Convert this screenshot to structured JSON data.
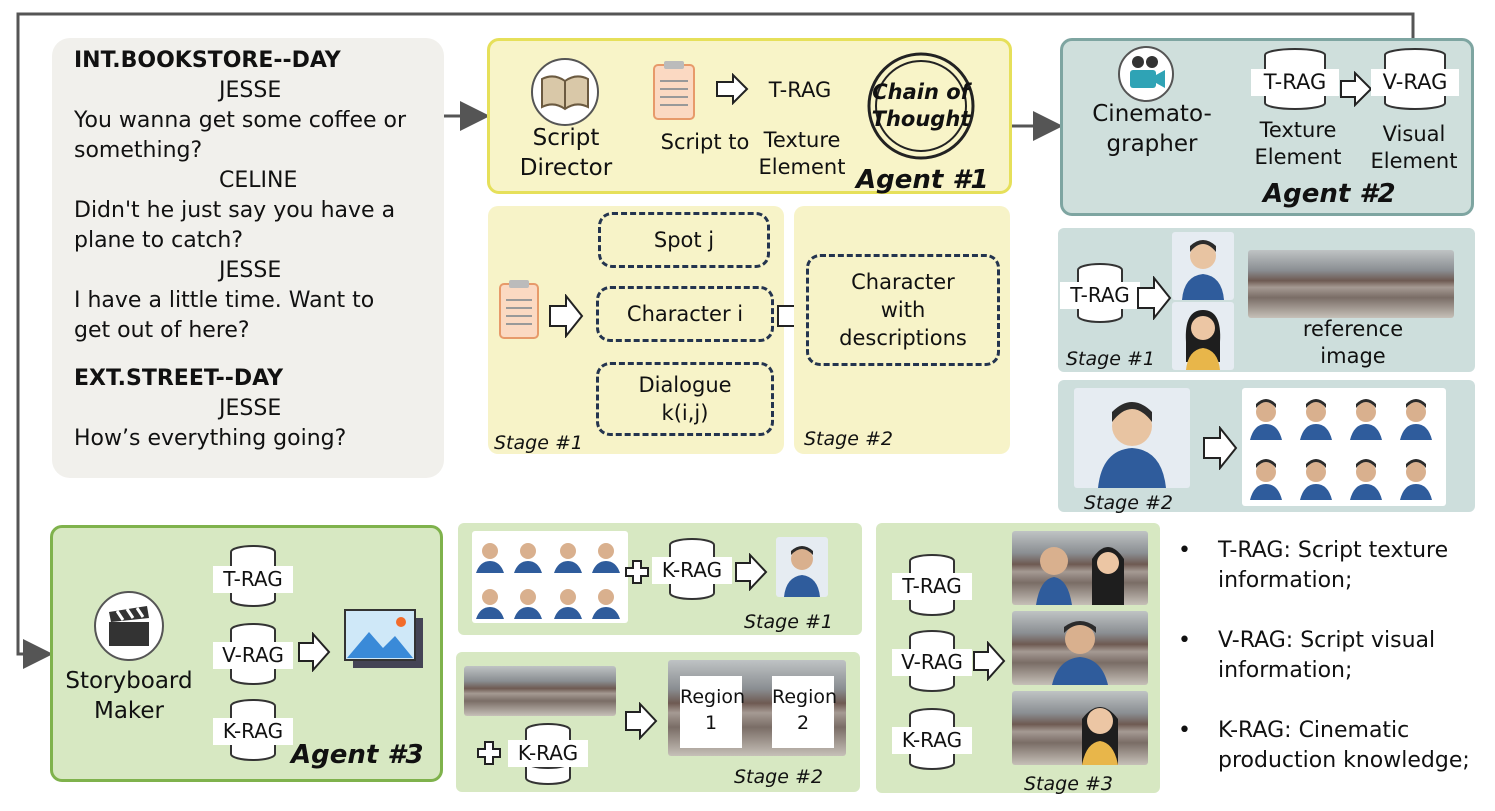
{
  "script": {
    "lines": [
      {
        "text": "INT.BOOKSTORE--DAY",
        "kind": "scene"
      },
      {
        "text": "JESSE",
        "kind": "character"
      },
      {
        "text": "You wanna get some coffee or",
        "kind": "dialogue"
      },
      {
        "text": "something?",
        "kind": "dialogue"
      },
      {
        "text": "CELINE",
        "kind": "character"
      },
      {
        "text": "Didn't he just say you have a",
        "kind": "dialogue"
      },
      {
        "text": "plane to catch?",
        "kind": "dialogue"
      },
      {
        "text": "JESSE",
        "kind": "character"
      },
      {
        "text": "I have a little time. Want to",
        "kind": "dialogue"
      },
      {
        "text": "get out of here?",
        "kind": "dialogue"
      },
      {
        "text": "EXT.STREET--DAY",
        "kind": "scene"
      },
      {
        "text": "JESSE",
        "kind": "character"
      },
      {
        "text": "How’s everything going?",
        "kind": "dialogue"
      }
    ]
  },
  "agent1": {
    "director_label": "Script\nDirector",
    "script_to_label": "Script to",
    "trag_label": "T-RAG",
    "texture_label": "Texture\nElement",
    "cot_label": "Chain of\nThought",
    "agent_label": "Agent #1",
    "stage1": {
      "spot": "Spot j",
      "character": "Character i",
      "dialogue": "Dialogue\nk(i,j)",
      "stage_label": "Stage #1"
    },
    "stage2": {
      "box": "Character\nwith\ndescriptions",
      "stage_label": "Stage #2"
    }
  },
  "agent2": {
    "cine_label": "Cinemato-\ngrapher",
    "trag": "T-RAG",
    "vrag": "V-RAG",
    "texture_label": "Texture\nElement",
    "visual_label": "Visual\nElement",
    "agent_label": "Agent #2",
    "stage1": {
      "trag": "T-RAG",
      "ref_label": "reference\nimage",
      "stage_label": "Stage #1"
    },
    "stage2": {
      "stage_label": "Stage #2"
    }
  },
  "agent3": {
    "maker_label": "Storyboard\nMaker",
    "trag": "T-RAG",
    "vrag": "V-RAG",
    "krag": "K-RAG",
    "agent_label": "Agent #3",
    "stage1": {
      "krag": "K-RAG",
      "stage_label": "Stage #1"
    },
    "stage2": {
      "krag": "K-RAG",
      "region1": "Region\n1",
      "region2": "Region\n2",
      "stage_label": "Stage #2"
    },
    "stage3": {
      "trag": "T-RAG",
      "vrag": "V-RAG",
      "krag": "K-RAG",
      "stage_label": "Stage #3"
    }
  },
  "legend": [
    "T-RAG: Script texture information;",
    "V-RAG: Script visual information;",
    "K-RAG: Cinematic production knowledge;"
  ]
}
